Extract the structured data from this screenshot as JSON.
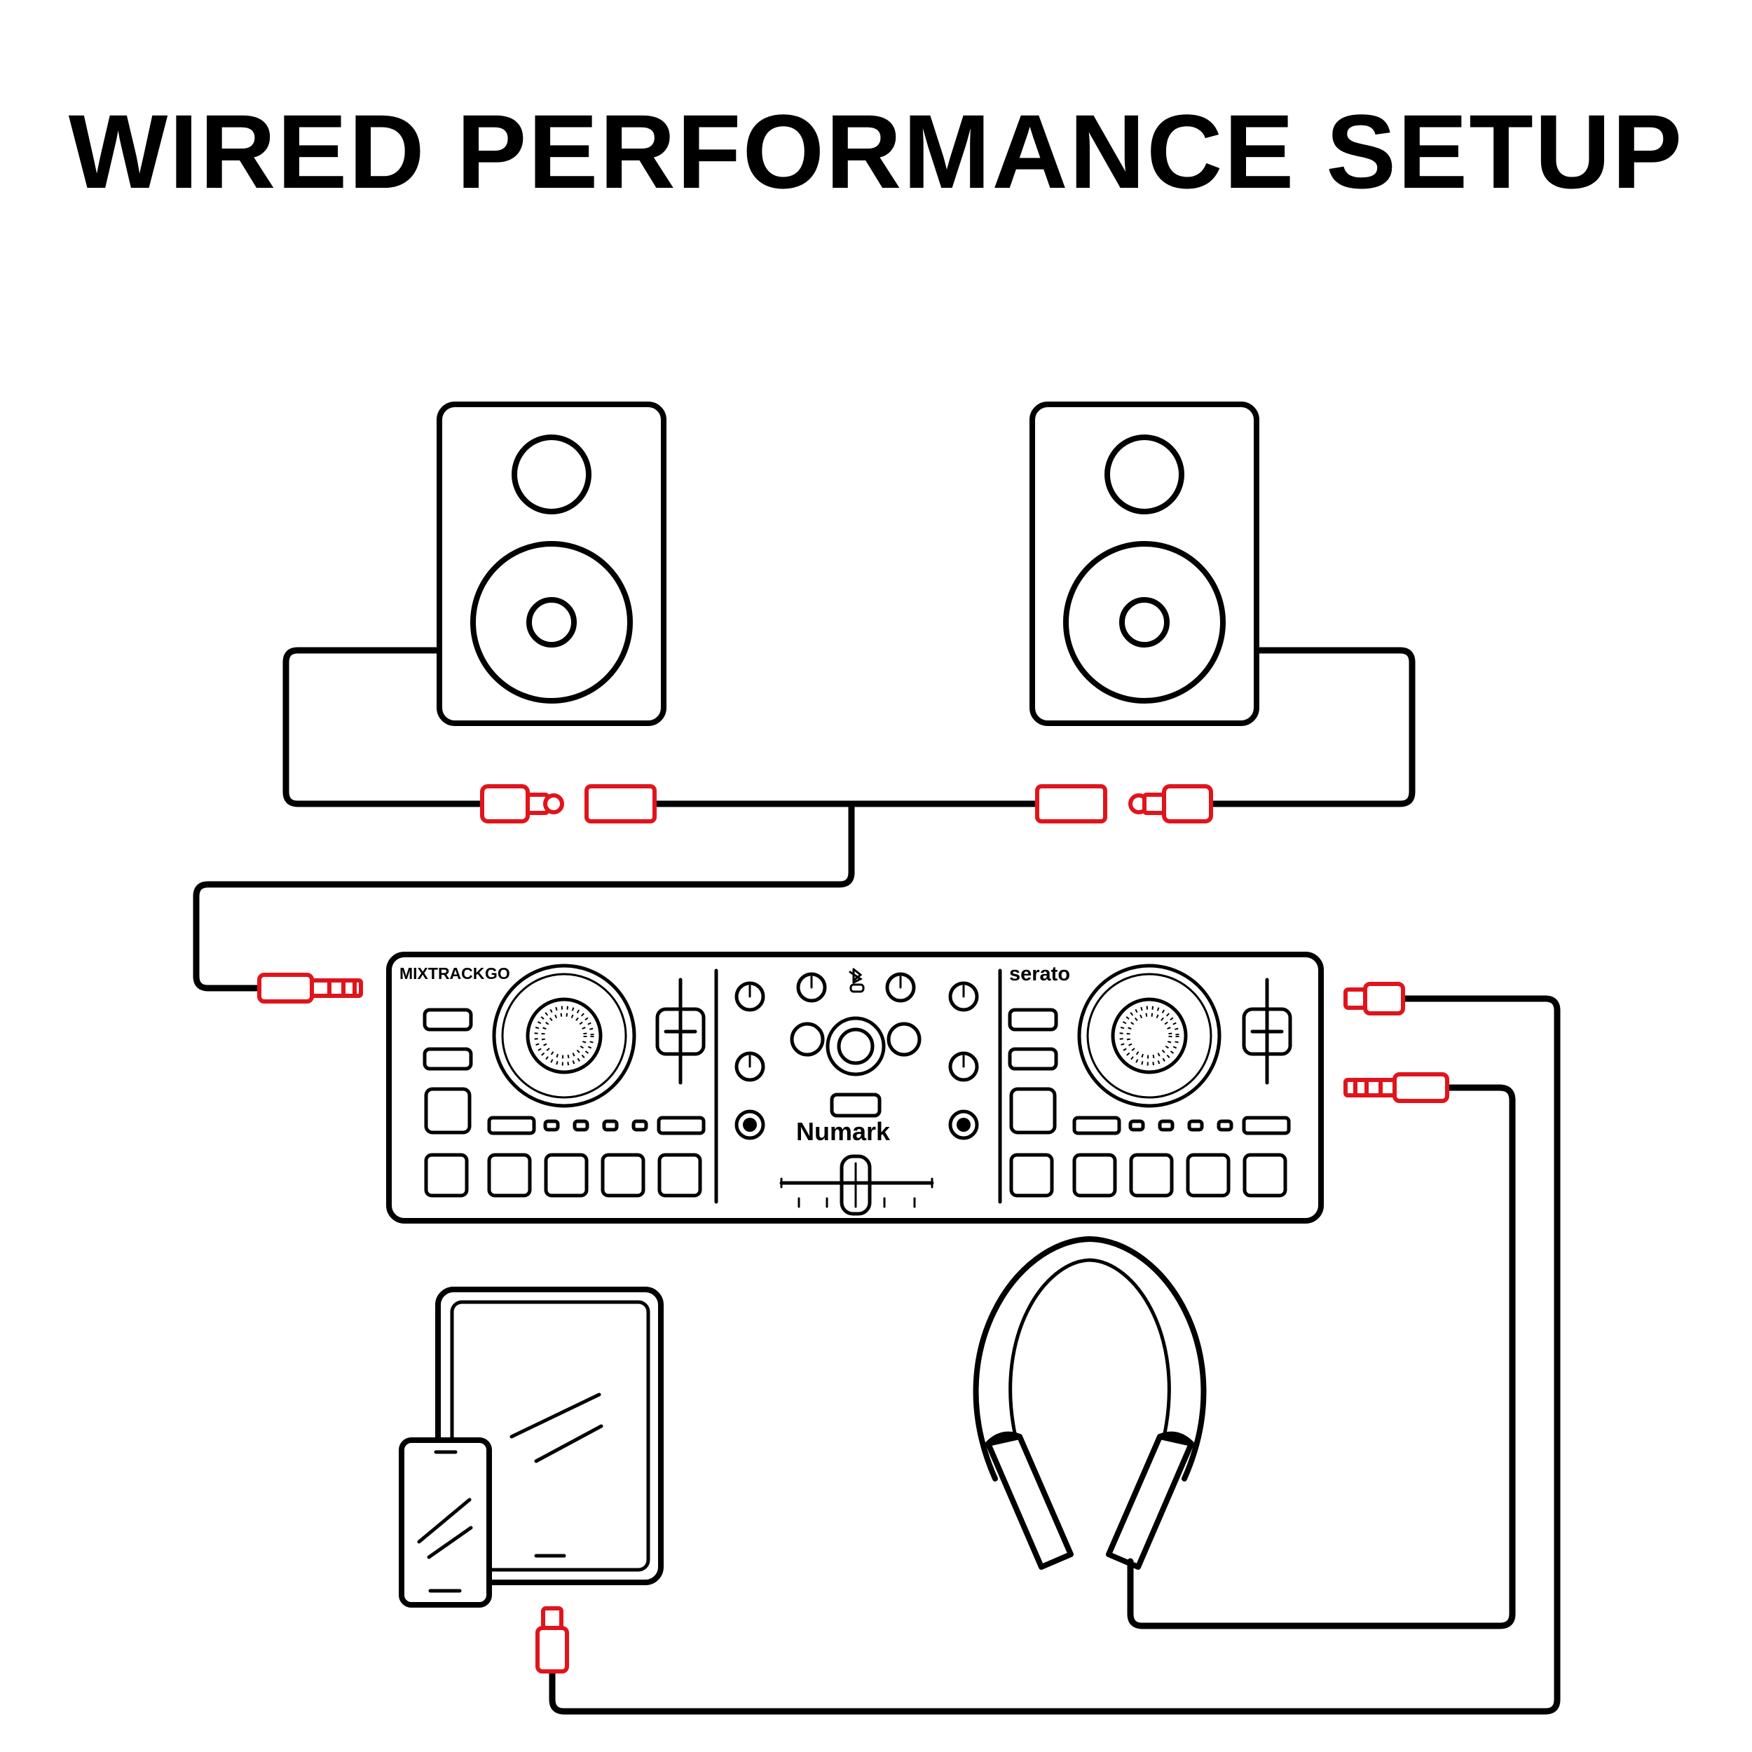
{
  "title": "WIRED PERFORMANCE SETUP",
  "controller": {
    "model_label": "MIXTRACK",
    "model_suffix": "GO",
    "software_label": "serato",
    "brand_label": "Numark"
  },
  "colors": {
    "line": "#000000",
    "connector": "#e1141b",
    "background": "#ffffff"
  },
  "icons": [
    "speaker-left",
    "speaker-right",
    "rca-plug",
    "mini-jack-plug",
    "usb-c-plug",
    "tablet",
    "smartphone",
    "headphones",
    "dj-controller"
  ]
}
